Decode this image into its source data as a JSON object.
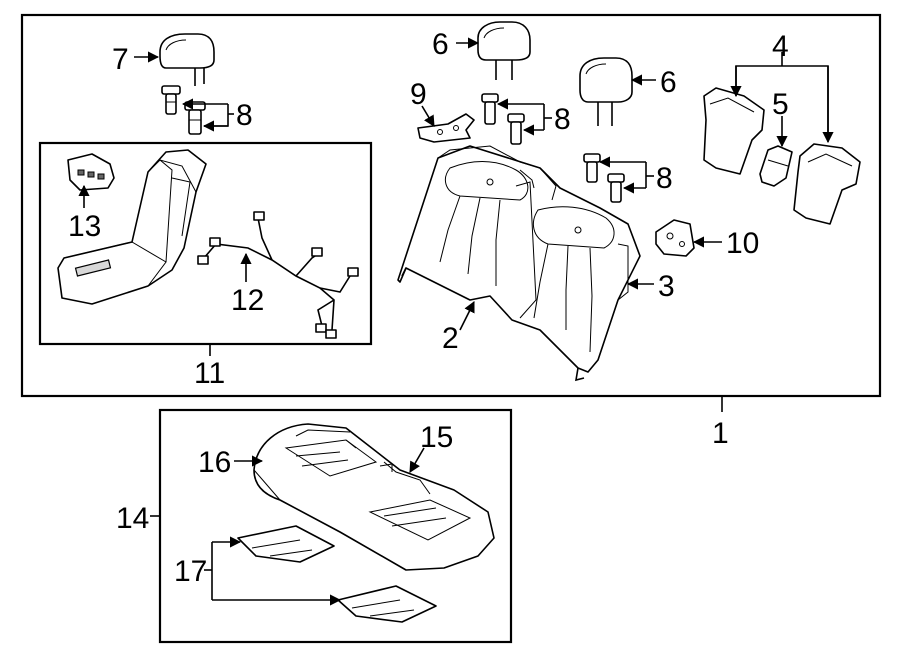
{
  "diagram": {
    "callouts": {
      "c1": "1",
      "c2": "2",
      "c3": "3",
      "c4": "4",
      "c5": "5",
      "c6a": "6",
      "c6b": "6",
      "c7": "7",
      "c8a": "8",
      "c8b": "8",
      "c8c": "8",
      "c9": "9",
      "c10": "10",
      "c11": "11",
      "c12": "12",
      "c13": "13",
      "c14": "14",
      "c15": "15",
      "c16": "16",
      "c17": "17"
    },
    "colors": {
      "line": "#000000",
      "background": "#ffffff",
      "shade": "#d8d8d8"
    }
  }
}
